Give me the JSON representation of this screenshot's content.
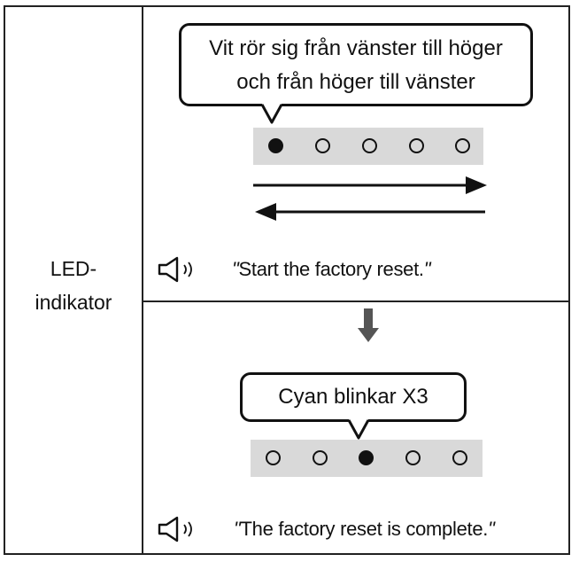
{
  "row_label_line1": "LED-",
  "row_label_line2": "indikator",
  "step1": {
    "bubble_line1": "Vit rör sig från vänster till höger",
    "bubble_line2": "och från höger till vänster",
    "leds": [
      true,
      false,
      false,
      false,
      false
    ],
    "voice_prompt": "Start the factory reset.",
    "icons": [
      "arrow-right-icon",
      "arrow-left-icon",
      "speaker-icon"
    ]
  },
  "step2": {
    "bubble_text": "Cyan blinkar X3",
    "leds": [
      false,
      false,
      true,
      false,
      false
    ],
    "voice_prompt": "The factory reset is complete.",
    "icons": [
      "arrow-down-icon",
      "speaker-icon"
    ]
  },
  "colors": {
    "border": "#222222",
    "led_bar": "#d9d9d9",
    "led_on": "#111111"
  }
}
